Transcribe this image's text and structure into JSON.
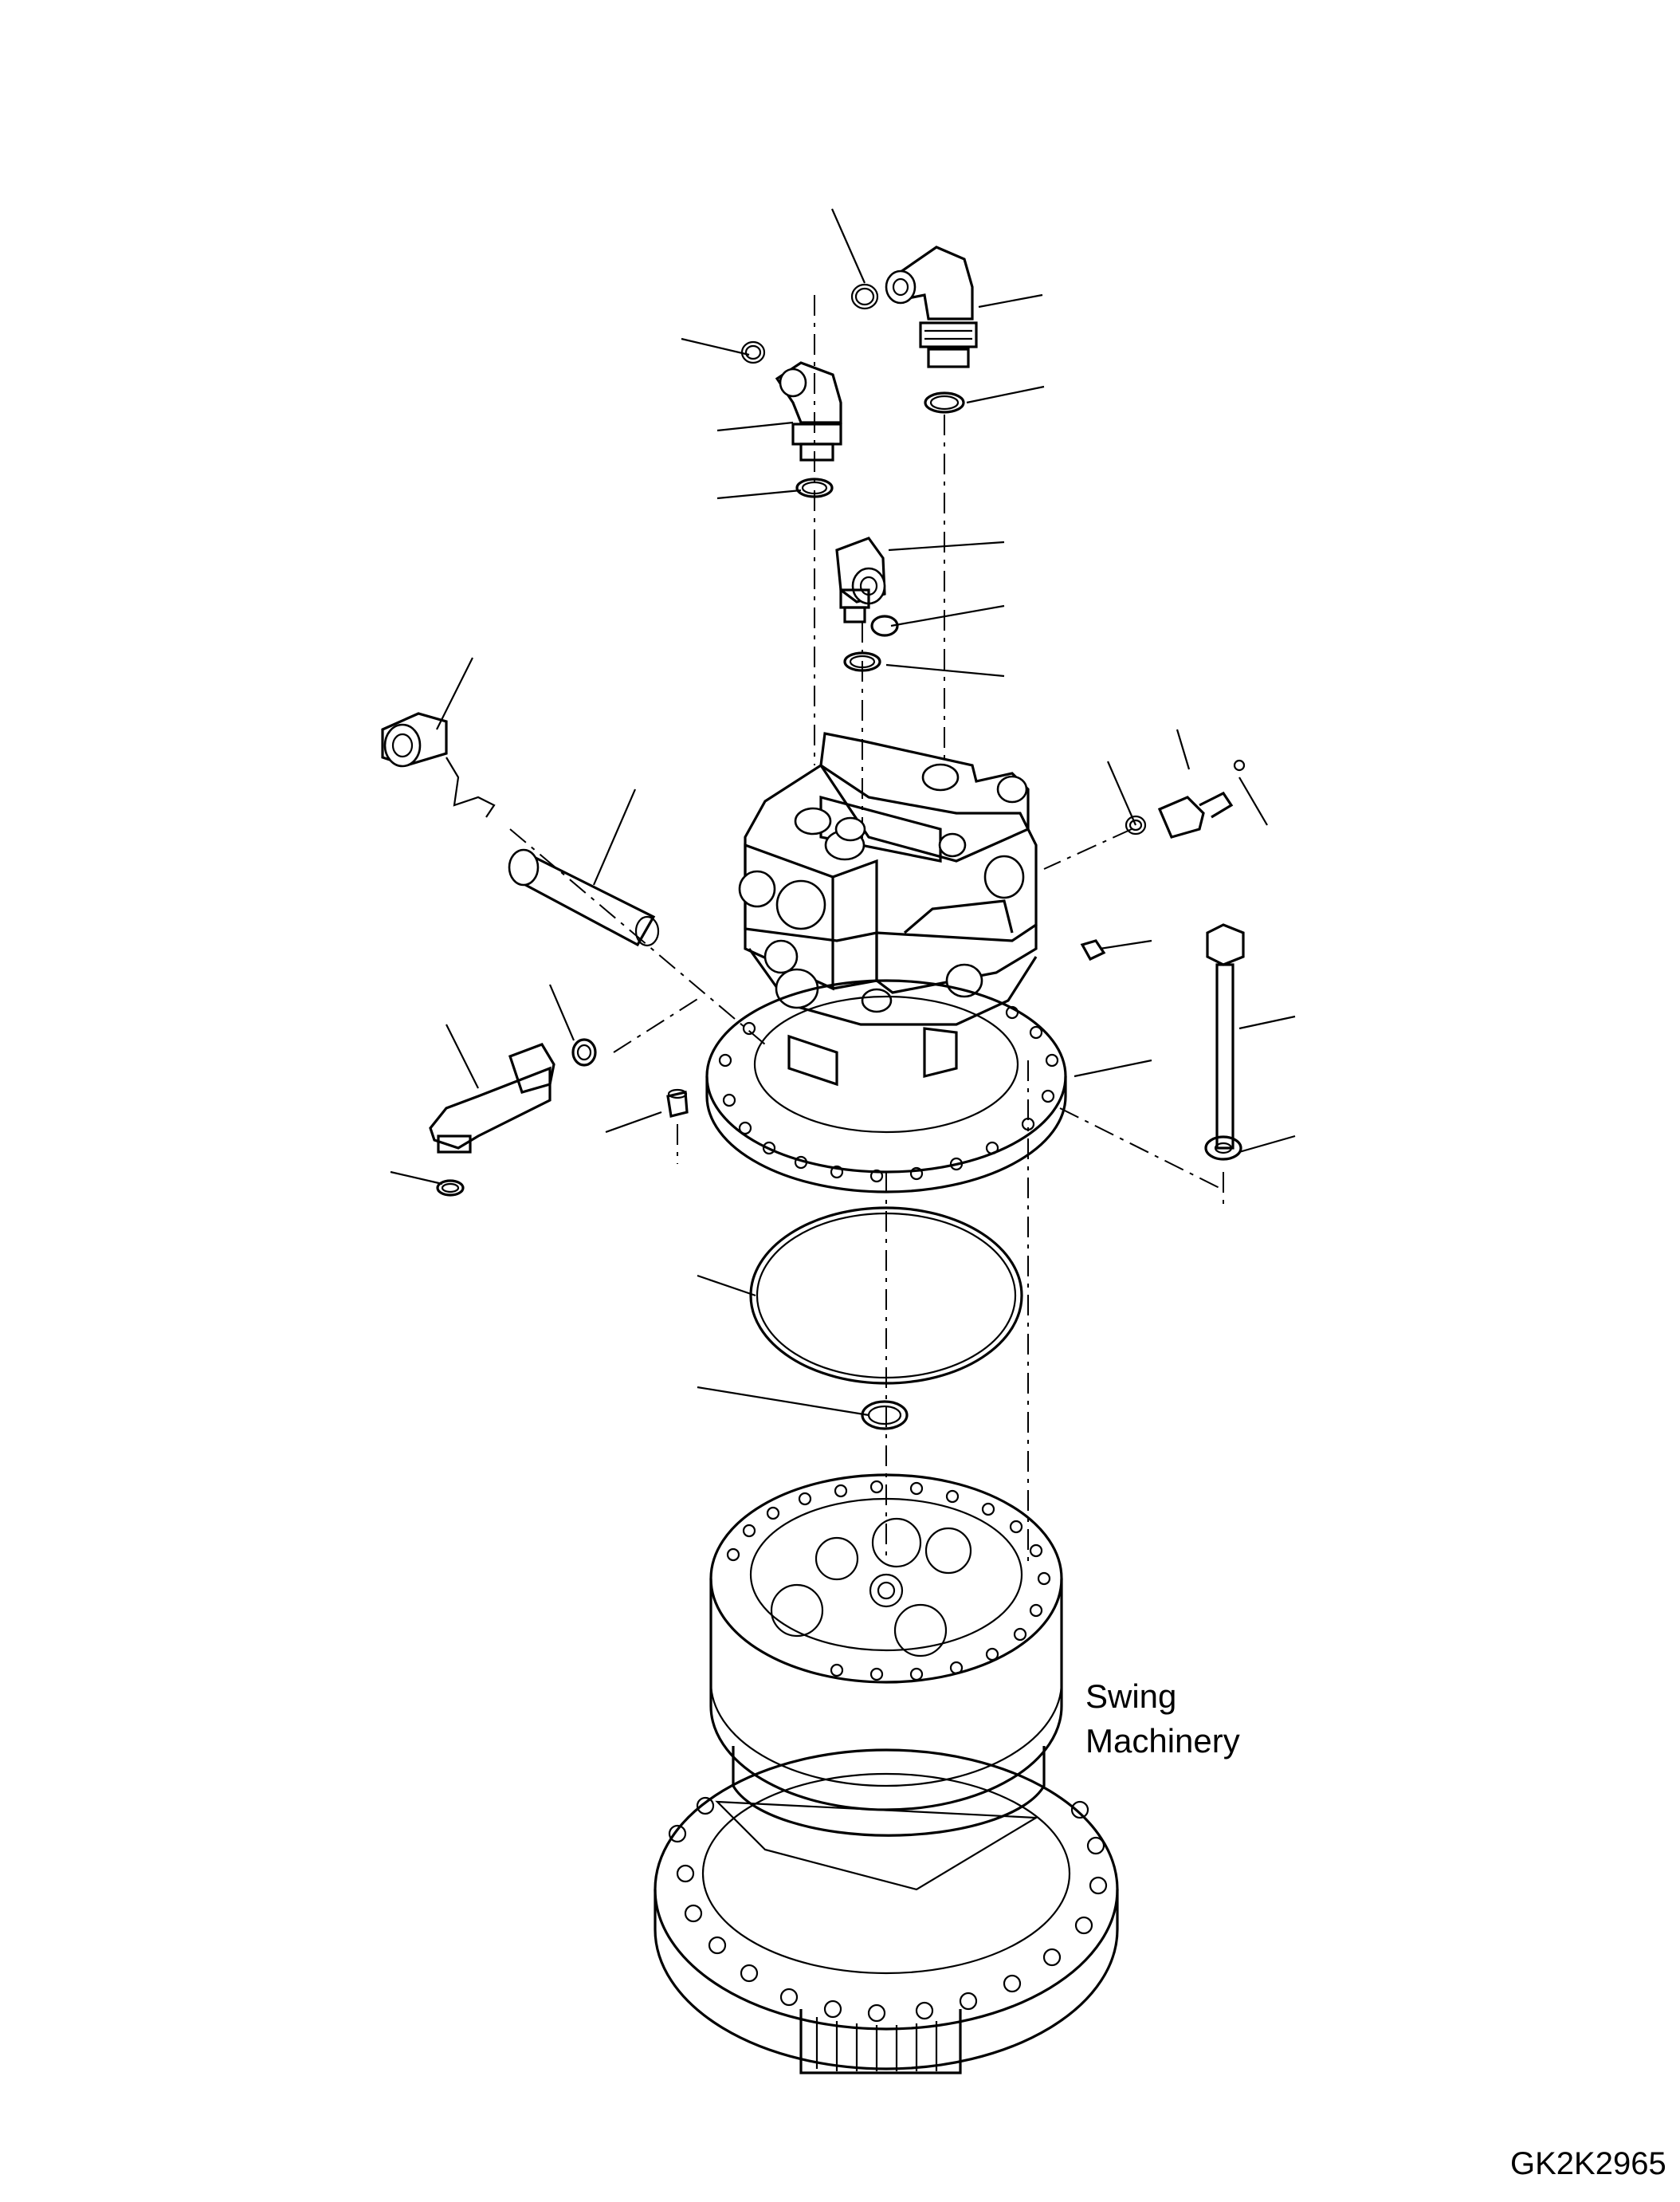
{
  "diagram": {
    "labels": {
      "swing_line1": "Swing",
      "swing_line2": "Machinery",
      "drawing_code": "GK2K2965"
    }
  }
}
